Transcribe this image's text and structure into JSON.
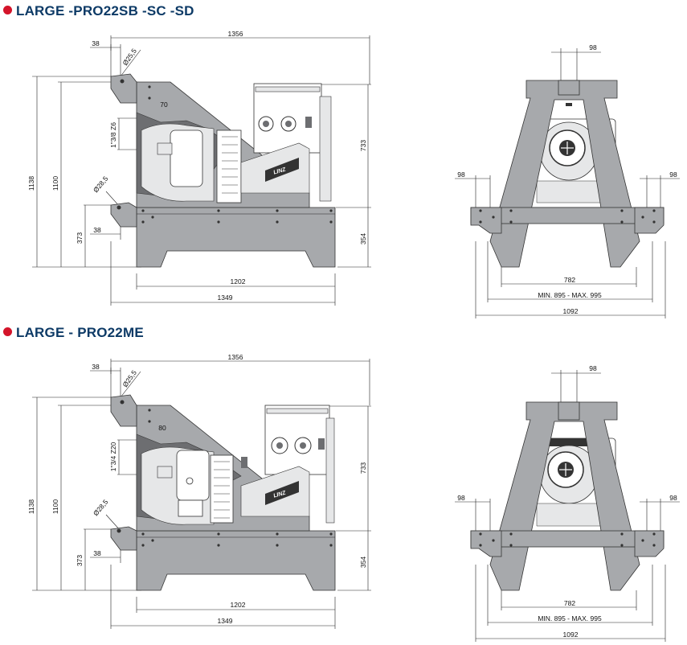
{
  "sections": [
    {
      "title": "LARGE -PRO22SB -SC -SD",
      "side_view": {
        "overall_width": "1356",
        "top_offset": "38",
        "top_hole": "Ø25,5",
        "flange_offset": "70",
        "shaft_size": "1\"3/8 Z6",
        "total_height": "1138",
        "inner_height": "1100",
        "lower_hole": "Ø28,5",
        "lower_offset": "38",
        "lower_height": "373",
        "top_section_height": "733",
        "base_height": "354",
        "base_length": "1202",
        "overall_length": "1349",
        "logo": "LINZ"
      },
      "front_view": {
        "top_width": "98",
        "left_width": "98",
        "right_width": "98",
        "inner_width": "782",
        "range_label": "MIN. 895 - MAX. 995",
        "total_width": "1092"
      }
    },
    {
      "title": "LARGE - PRO22ME",
      "side_view": {
        "overall_width": "1356",
        "top_offset": "38",
        "top_hole": "Ø25,5",
        "flange_offset": "80",
        "shaft_size": "1\"3/4 Z20",
        "total_height": "1138",
        "inner_height": "1100",
        "lower_hole": "Ø28,5",
        "lower_offset": "38",
        "lower_height": "373",
        "top_section_height": "733",
        "base_height": "354",
        "base_length": "1202",
        "overall_length": "1349",
        "logo": "LINZ"
      },
      "front_view": {
        "top_width": "98",
        "left_width": "98",
        "right_width": "98",
        "inner_width": "782",
        "range_label": "MIN. 895 - MAX. 995",
        "total_width": "1092"
      }
    }
  ],
  "colors": {
    "heading": "#0d3a66",
    "bullet": "#d4142a",
    "frame": "#a7a9ac",
    "shadow": "#6d6e71"
  }
}
